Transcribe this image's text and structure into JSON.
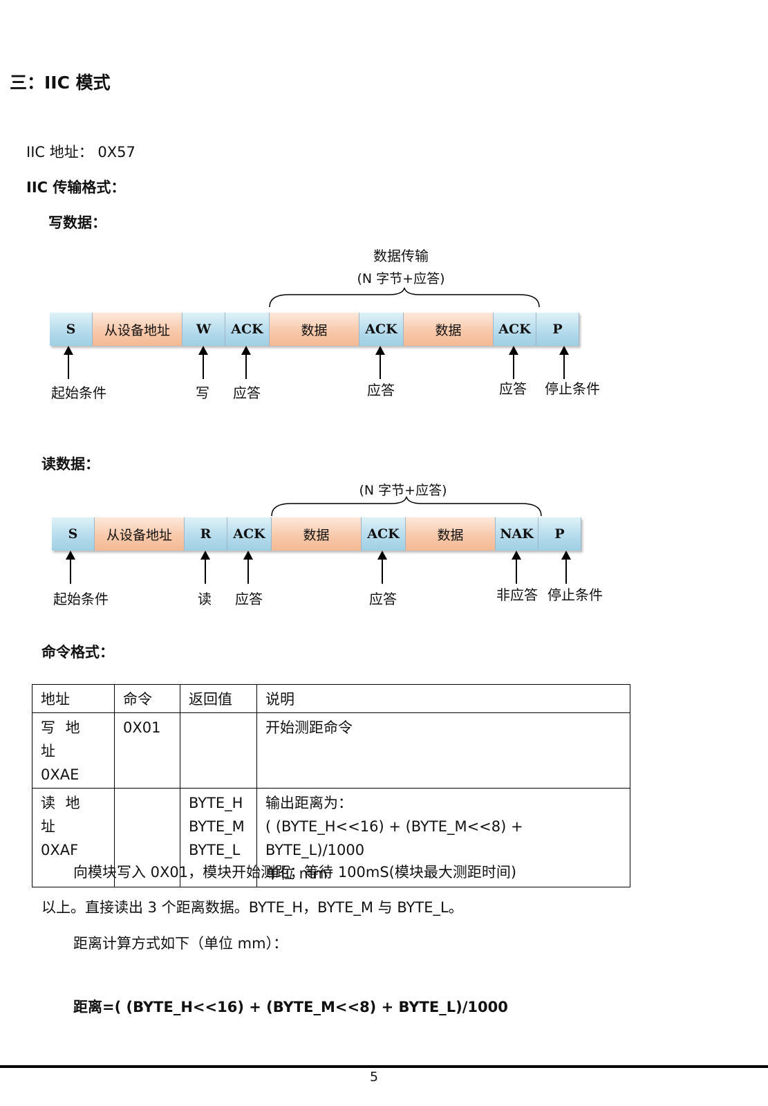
{
  "heading": "三：IIC 模式",
  "address_line": "IIC 地址：  0X57",
  "format_line": "IIC 传输格式：",
  "write": {
    "title": "写数据：",
    "brace_title": "数据传输",
    "brace_subtitle": "(N 字节+应答)",
    "cells": [
      "S",
      "从设备地址",
      "W",
      "ACK",
      "数据",
      "ACK",
      "数据",
      "ACK",
      "P"
    ],
    "labels": [
      "起始条件",
      "写",
      "应答",
      "应答",
      "应答",
      "停止条件"
    ]
  },
  "read": {
    "title": "读数据：",
    "brace_subtitle": "(N 字节+应答)",
    "cells": [
      "S",
      "从设备地址",
      "R",
      "ACK",
      "数据",
      "ACK",
      "数据",
      "NAK",
      "P"
    ],
    "labels": [
      "起始条件",
      "读",
      "应答",
      "应答",
      "非应答",
      "停止条件"
    ]
  },
  "command_title": "命令格式：",
  "table": {
    "headers": [
      "地址",
      "命令",
      "返回值",
      "说明"
    ],
    "rows": [
      {
        "addr": [
          "写 地 址",
          "0XAE"
        ],
        "cmd": "0X01",
        "ret": [],
        "desc": [
          "开始测距命令"
        ]
      },
      {
        "addr": [
          "读 地 址",
          "0XAF"
        ],
        "cmd": "",
        "ret": [
          "BYTE_H",
          "BYTE_M",
          "BYTE_L"
        ],
        "desc": [
          "输出距离为：",
          "( (BYTE_H<<16) + (BYTE_M<<8) + BYTE_L)/1000",
          "单位 mm"
        ]
      }
    ]
  },
  "para1_line1": "向模块写入 0X01，模块开始测距；等待 100mS(模块最大测距时间)",
  "para1_line2": "以上。直接读出 3 个距离数据。BYTE_H，BYTE_M 与 BYTE_L。",
  "para2": "距离计算方式如下（单位 mm）：",
  "formula": "距离=( (BYTE_H<<16) + (BYTE_M<<8) + BYTE_L)/1000",
  "page_number": "5",
  "colors": {
    "ack_cell": "#b6dced",
    "data_cell": "#f8c9ab"
  }
}
